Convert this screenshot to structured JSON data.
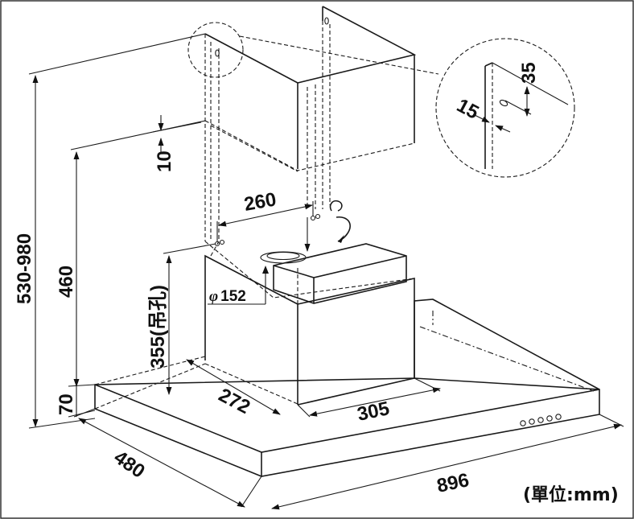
{
  "dimensions": {
    "overall_height": "530-980",
    "chimney_height": "460",
    "gap": "10",
    "hanging_height": "355(吊孔)",
    "body_height": "70",
    "depth": "480",
    "width": "896",
    "chimney_depth": "272",
    "chimney_width": "305",
    "hole_spacing": "260",
    "duct_symbol": "φ",
    "duct_diameter": "152",
    "detail_slot_length": "35",
    "detail_slot_offset": "15"
  },
  "unit_label": "(單位:mm)",
  "control_buttons": 5
}
